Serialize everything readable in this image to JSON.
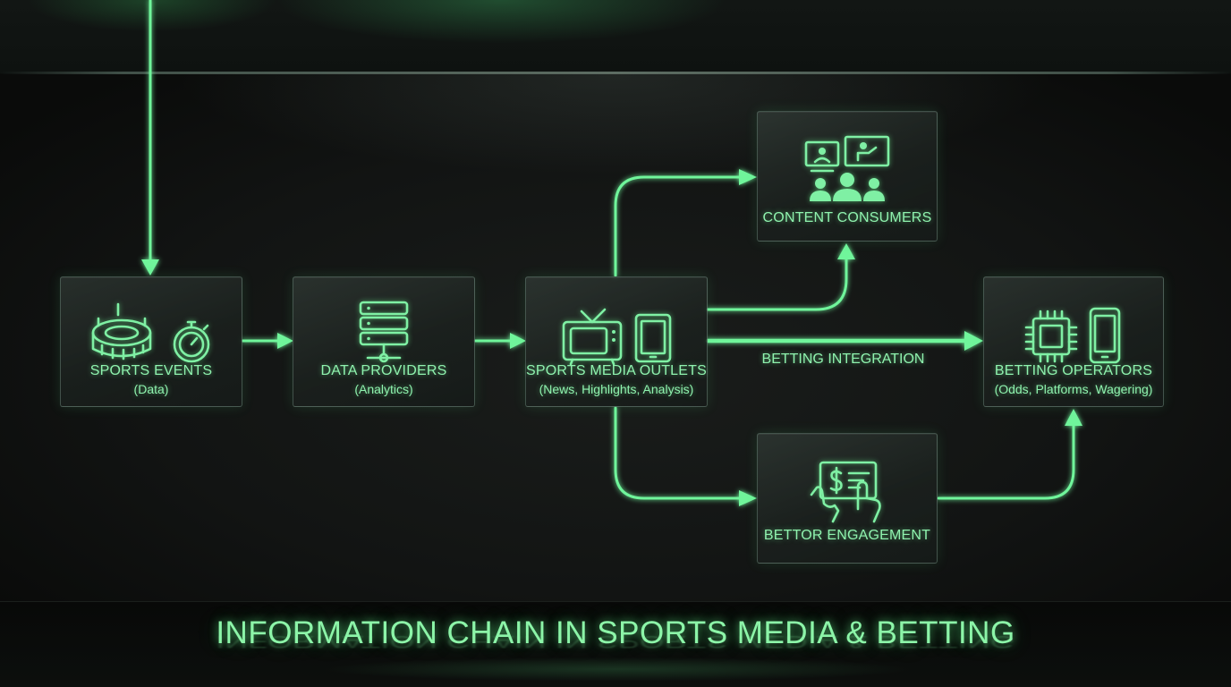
{
  "title": "INFORMATION CHAIN IN SPORTS MEDIA & BETTING",
  "colors": {
    "accent": "#7ff0a4",
    "background": "#0b0d0c",
    "panel_border": "#a0c8b4"
  },
  "nodes": {
    "sports_events": {
      "label": "SPORTS EVENTS",
      "sub": "(Data)",
      "icons": [
        "stadium-icon",
        "stopwatch-icon"
      ]
    },
    "data_providers": {
      "label": "DATA PROVIDERS",
      "sub": "(Analytics)",
      "icons": [
        "server-network-icon"
      ]
    },
    "media_outlets": {
      "label": "SPORTS MEDIA OUTLETS",
      "sub": "(News, Highlights, Analysis)",
      "icons": [
        "television-icon",
        "tablet-icon"
      ]
    },
    "content_consumers": {
      "label": "CONTENT CONSUMERS",
      "icons": [
        "audience-presentation-icon"
      ]
    },
    "betting_operators": {
      "label": "BETTING OPERATORS",
      "sub": "(Odds, Platforms, Wagering)",
      "icons": [
        "chip-icon",
        "smartphone-icon"
      ]
    },
    "bettor_engagement": {
      "label": "BETTOR ENGAGEMENT",
      "icons": [
        "hands-betting-card-icon"
      ]
    }
  },
  "edges": {
    "betting_integration": {
      "label": "BETTING INTEGRATION"
    }
  }
}
